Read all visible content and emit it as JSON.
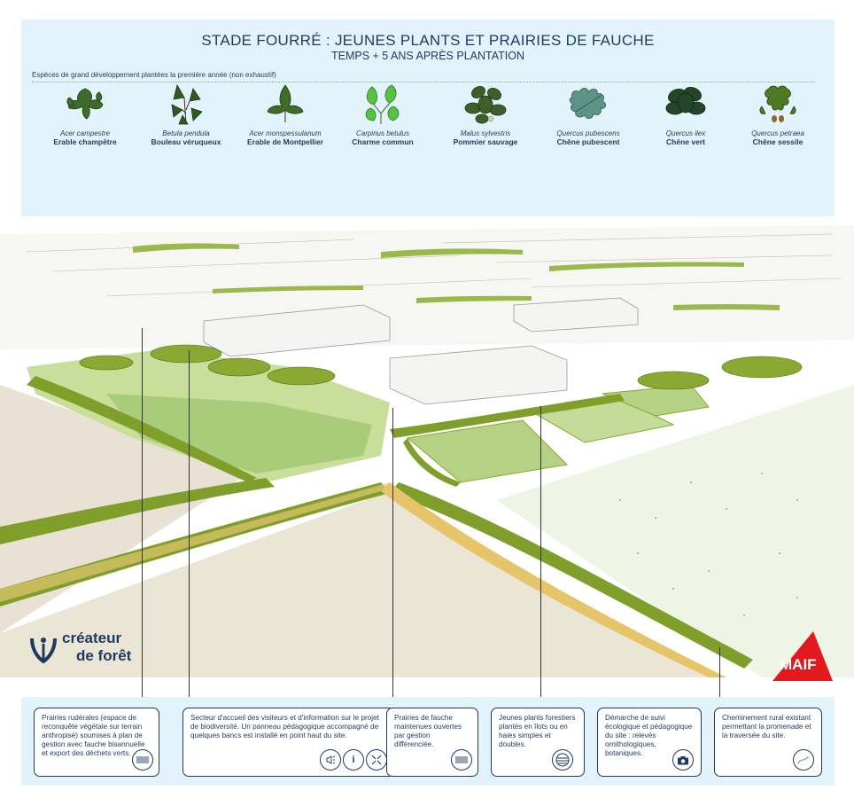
{
  "header": {
    "title": "STADE FOURRÉ : JEUNES PLANTS ET PRAIRIES DE FAUCHE",
    "subtitle": "TEMPS + 5 ANS APRÈS PLANTATION",
    "species_label": "Espèces de grand développement plantées la première année (non exhaustif)"
  },
  "species": [
    {
      "latin": "Acer campestre",
      "common": "Erable champêtre"
    },
    {
      "latin": "Betula pendula",
      "common": "Bouleau véruqueux"
    },
    {
      "latin": "Acer monspessulanum",
      "common": "Erable de Montpellier"
    },
    {
      "latin": "Carpinus betulus",
      "common": "Charme commun"
    },
    {
      "latin": "Malus sylvestris",
      "common": "Pommier sauvage"
    },
    {
      "latin": "Quercus pubescens",
      "common": "Chêne pubescent"
    },
    {
      "latin": "Quercus ilex",
      "common": "Chêne vert"
    },
    {
      "latin": "Quercus petraea",
      "common": "Chêne sessile"
    }
  ],
  "logos": {
    "createur_line1": "créateur",
    "createur_line2": "de forêt",
    "maif": "MAIF"
  },
  "callouts": [
    {
      "text": "Prairies rudérales (espace de reconquête végétale sur terrain anthropisé) soumises à plan de gestion avec fauche bisannuelle et export des déchets verts.",
      "icons": [
        "mowing-icon"
      ]
    },
    {
      "text": "Secteur d'accueil des visiteurs et d'information sur le projet de biodiversité. Un panneau pédagogique accompagné de quelques bancs est installé en point haut du site.",
      "icons": [
        "sound-icon",
        "info-icon",
        "expand-icon"
      ]
    },
    {
      "text": "Prairies de fauche maintenues ouvertes par gestion différenciée.",
      "icons": [
        "mowing-icon"
      ]
    },
    {
      "text": "Jeunes plants forestiers plantés en îlots ou en haies simples et doubles.",
      "icons": [
        "tree-rings-icon"
      ]
    },
    {
      "text": "Démarche de suivi écologique et pédagogique du site : relevés ornithologiques, botaniques.",
      "icons": [
        "camera-icon"
      ]
    },
    {
      "text": "Cheminement rural existant permettant la promenade et la traversée du site.",
      "icons": [
        "path-icon"
      ]
    }
  ],
  "colors": {
    "navy": "#1e3a5f",
    "header_bg": "#e3f3fb",
    "hedge_green": "#8aa832",
    "meadow_green": "#c9de9a",
    "field_beige": "#e9e2d4",
    "path_yellow": "#e6c46a",
    "maif_red": "#e4191f"
  }
}
